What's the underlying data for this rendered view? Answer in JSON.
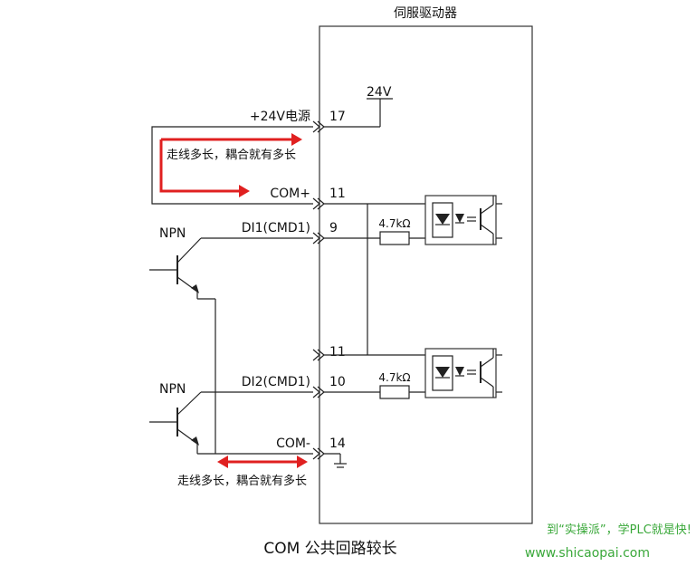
{
  "title": "伺服驱动器",
  "caption": "COM 公共回路较长",
  "supply_voltage": "24V",
  "terminals": [
    {
      "label": "+24V电源",
      "pin": "17"
    },
    {
      "label": "COM+",
      "pin": "11"
    },
    {
      "label": "DI1(CMD1)",
      "pin": "9"
    },
    {
      "label": "",
      "pin": "11"
    },
    {
      "label": "DI2(CMD1)",
      "pin": "10"
    },
    {
      "label": "COM-",
      "pin": "14"
    }
  ],
  "transistors": [
    "NPN",
    "NPN"
  ],
  "resistors": [
    "4.7kΩ",
    "4.7kΩ"
  ],
  "notes": [
    "走线多长，耦合就有多长",
    "走线多长，耦合就有多长"
  ],
  "watermark": {
    "line1": "到“实操派”，学PLC就是快!",
    "line2": "www.shicaopai.com"
  },
  "colors": {
    "highlight": "#e02020",
    "watermark": "#3aa83a",
    "line": "#222222"
  }
}
